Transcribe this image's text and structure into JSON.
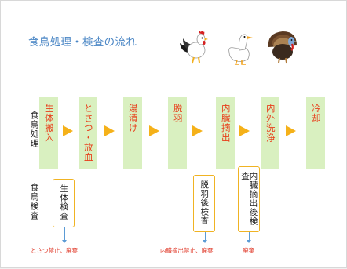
{
  "title": "食鳥処理・検査の流れ",
  "icons": {
    "bird1": "rooster-icon",
    "bird2": "duck-icon",
    "bird3": "turkey-icon"
  },
  "row_labels": {
    "processing": "食鳥処理",
    "inspection": "食鳥検査"
  },
  "steps": [
    "生体搬入",
    "とさつ・放血",
    "湯漬け",
    "脱羽",
    "内臓摘出",
    "内外洗浄",
    "冷却"
  ],
  "inspections": [
    "生体検査",
    "脱羽後検査",
    "内臓摘出後検査"
  ],
  "notes": [
    "とさつ禁止、廃棄",
    "内臓摘出禁止、廃棄",
    "廃棄"
  ],
  "colors": {
    "title": "#4a86c5",
    "step_fill": "#d9f0c0",
    "step_text": "#e8401c",
    "arrow": "#f5b119",
    "inspection_border": "#f0b323",
    "connector": "#5b9bd5",
    "note": "#e03a2a"
  }
}
